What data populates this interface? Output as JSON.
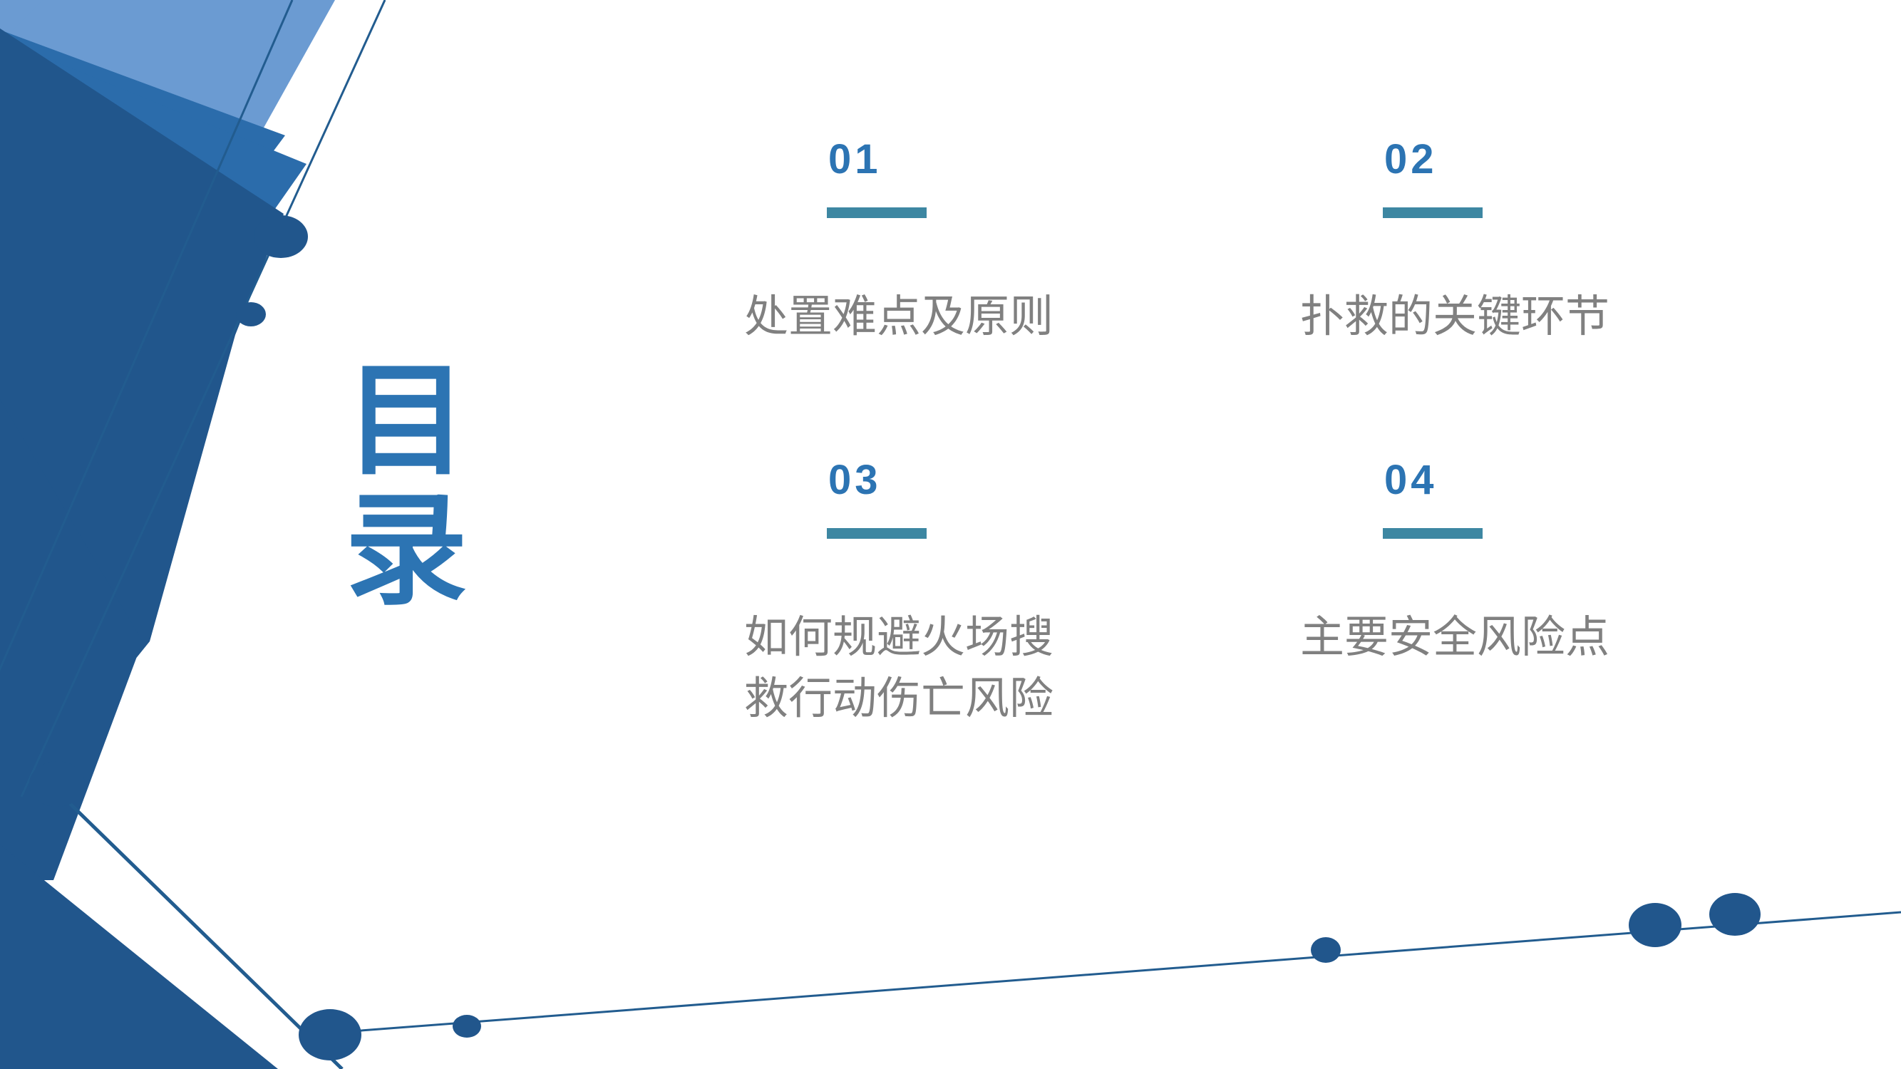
{
  "slide": {
    "heading": "目\n录",
    "heading_text_plain": "目录"
  },
  "colors": {
    "dark_blue": "#21568c",
    "mid_blue": "#2b6cab",
    "light_blue": "#6b9bd2",
    "accent_blue": "#2c74b3",
    "rule_teal": "#3d87a2",
    "label_gray": "#808080",
    "line_stroke": "#225c8f",
    "background": "#ffffff"
  },
  "toc": {
    "items": [
      {
        "number": "01",
        "label": "处置难点及原则"
      },
      {
        "number": "02",
        "label": "扑救的关键环节"
      },
      {
        "number": "03",
        "label": "如何规避火场搜\n救行动伤亡风险"
      },
      {
        "number": "04",
        "label": "主要安全风险点"
      }
    ]
  },
  "decoration": {
    "shapes": [
      "dark-blue-polygon-top-left",
      "mid-blue-polygon-top-left",
      "light-blue-polygon-top-left",
      "dark-blue-triangle-bottom-left"
    ],
    "connector_lines": 3,
    "node_circles": 7
  }
}
